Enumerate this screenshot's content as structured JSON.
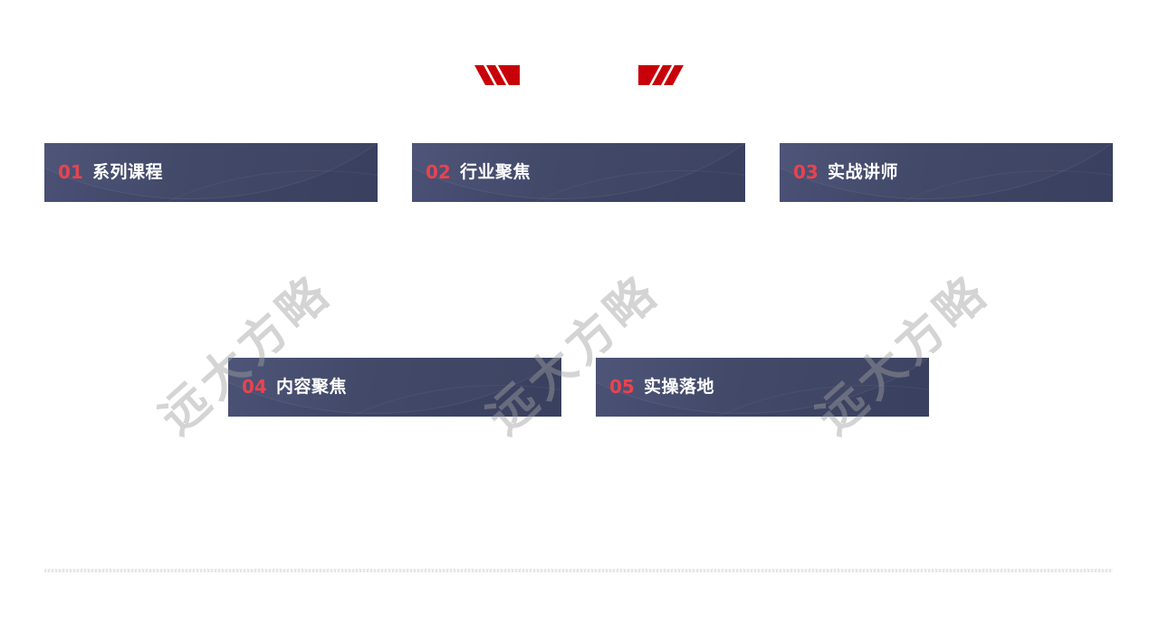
{
  "header": {
    "decoration_color": "#c8000a"
  },
  "cards": [
    {
      "number": "01",
      "title": "系列课程"
    },
    {
      "number": "02",
      "title": "行业聚焦"
    },
    {
      "number": "03",
      "title": "实战讲师"
    },
    {
      "number": "04",
      "title": "内容聚焦"
    },
    {
      "number": "05",
      "title": "实操落地"
    }
  ],
  "watermark": {
    "text": "远大方略"
  },
  "colors": {
    "card_bg": "#3e4566",
    "number_accent": "#e9434f",
    "title_text": "#ffffff"
  }
}
